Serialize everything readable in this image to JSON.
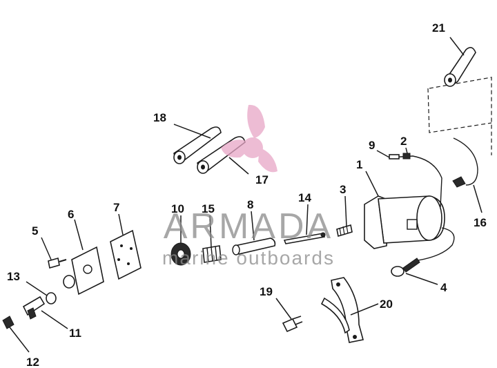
{
  "callouts": [
    {
      "id": "1",
      "label": "1"
    },
    {
      "id": "2",
      "label": "2"
    },
    {
      "id": "3",
      "label": "3"
    },
    {
      "id": "4",
      "label": "4"
    },
    {
      "id": "5",
      "label": "5"
    },
    {
      "id": "6",
      "label": "6"
    },
    {
      "id": "7",
      "label": "7"
    },
    {
      "id": "8",
      "label": "8"
    },
    {
      "id": "9",
      "label": "9"
    },
    {
      "id": "10",
      "label": "10"
    },
    {
      "id": "11",
      "label": "11"
    },
    {
      "id": "12",
      "label": "12"
    },
    {
      "id": "13",
      "label": "13"
    },
    {
      "id": "14",
      "label": "14"
    },
    {
      "id": "15",
      "label": "15"
    },
    {
      "id": "16",
      "label": "16"
    },
    {
      "id": "17",
      "label": "17"
    },
    {
      "id": "18",
      "label": "18"
    },
    {
      "id": "19",
      "label": "19"
    },
    {
      "id": "20",
      "label": "20"
    },
    {
      "id": "21",
      "label": "21"
    }
  ],
  "watermark": {
    "brand": "ARMADA",
    "tagline": "marine outboards",
    "logo_color": "#e8a6c6",
    "text_color": "#8a8a8a"
  }
}
